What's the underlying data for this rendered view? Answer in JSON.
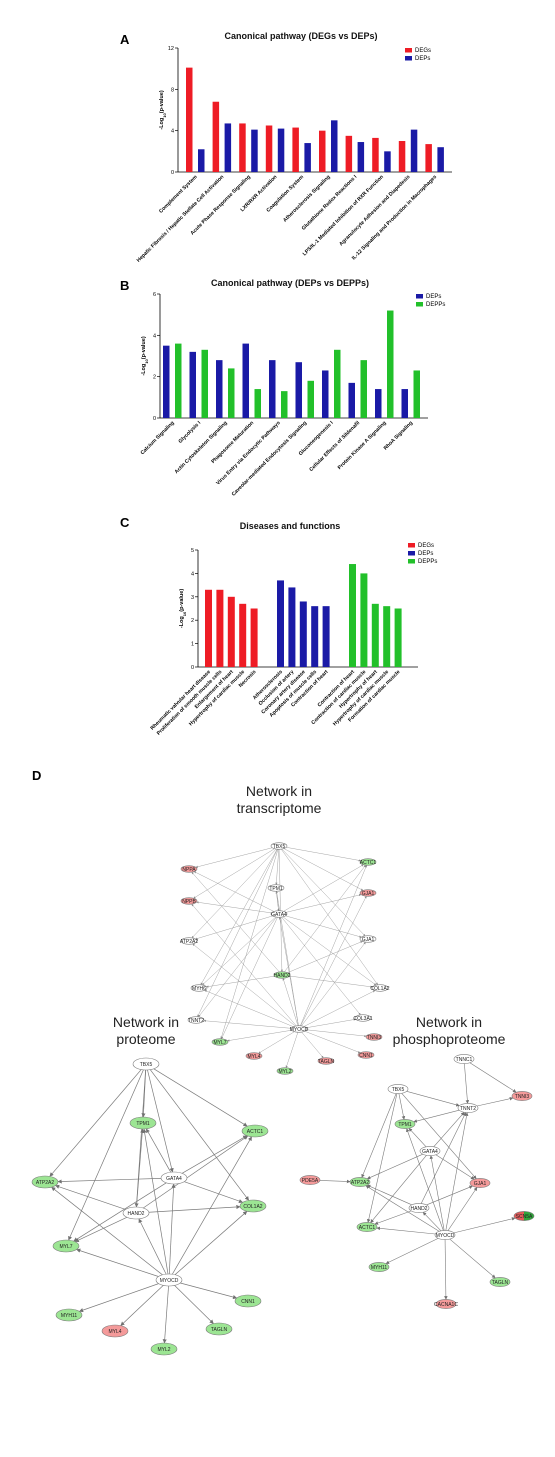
{
  "panels": {
    "a": {
      "letter": "A"
    },
    "b": {
      "letter": "B"
    },
    "c": {
      "letter": "C"
    },
    "d": {
      "letter": "D"
    }
  },
  "chart_data": [
    {
      "type": "bar",
      "title": "Canonical pathway (DEGs vs DEPs)",
      "ylabel": "-Log10(p-value)",
      "ylim": [
        0,
        12
      ],
      "yticks": [
        0,
        4,
        8,
        12
      ],
      "categories": [
        "Complement System",
        "Hepatic Fibrosis / Hepatic Stellate Cell Activation",
        "Acute Phase Response Signaling",
        "LXR/RXR Activation",
        "Coagulation System",
        "Atherosclerosis Signaling",
        "Glutathione Redox Reactions I",
        "LPS/IL-1 Mediated Inhibition of RXR Function",
        "Agranulocyte Adhesion and Diapedesis",
        "IL-12 Signaling and Production in Macrophages"
      ],
      "series": [
        {
          "name": "DEGs",
          "color": "#ee1c25",
          "values": [
            10.1,
            6.8,
            4.7,
            4.5,
            4.3,
            4.0,
            3.5,
            3.3,
            3.0,
            2.7
          ]
        },
        {
          "name": "DEPs",
          "color": "#1a1aa6",
          "values": [
            2.2,
            4.7,
            4.1,
            4.2,
            2.8,
            5.0,
            2.9,
            2.0,
            4.1,
            2.4
          ]
        }
      ],
      "legend_position": "top-right",
      "grid": false
    },
    {
      "type": "bar",
      "title": "Canonical pathway (DEPs vs DEPPs)",
      "ylabel": "-Log10(p-value)",
      "ylim": [
        0,
        6
      ],
      "yticks": [
        0,
        2,
        4,
        6
      ],
      "categories": [
        "Calcium Signaling",
        "Glycolysis I",
        "Actin Cytoskeleton Signaling",
        "Phagosome Maturation",
        "Virus Entry via Endocytic Pathways",
        "Caveolar-mediated Endocytosis Signaling",
        "Gluconeogenesis I",
        "Cellular Effects of Sildenafil",
        "Protein Kinase A Signaling",
        "RhoA Signaling"
      ],
      "series": [
        {
          "name": "DEPs",
          "color": "#1a1aa6",
          "values": [
            3.5,
            3.2,
            2.8,
            3.6,
            2.8,
            2.7,
            2.3,
            1.7,
            1.4,
            1.4
          ]
        },
        {
          "name": "DEPPs",
          "color": "#22c02a",
          "values": [
            3.6,
            3.3,
            2.4,
            1.4,
            1.3,
            1.8,
            3.3,
            2.8,
            5.2,
            2.3
          ]
        }
      ],
      "legend_position": "top-right",
      "grid": false
    },
    {
      "type": "bar",
      "title": "Diseases and functions",
      "ylabel": "-Log10(p-value)",
      "ylim": [
        0,
        5
      ],
      "yticks": [
        0,
        1,
        2,
        3,
        4,
        5
      ],
      "categories": [
        "Rheumatic valvular heart disease",
        "Proliferation of smooth muscle cells",
        "Enlargement of heart",
        "Hypertrophy of cardiac muscle",
        "Necrosis",
        "Atherosclerosis",
        "Occlusion of artery",
        "Coronary artery disease",
        "Apoptosis of muscle cells",
        "Contraction of heart",
        "Contraction of heart",
        "Contraction of cardiac muscle",
        "Hypertrophy of heart",
        "Hypertrophy of cardiac muscle",
        "Formation of cardiac muscle"
      ],
      "group_of_category": [
        0,
        0,
        0,
        0,
        0,
        1,
        1,
        1,
        1,
        1,
        2,
        2,
        2,
        2,
        2
      ],
      "values": [
        3.3,
        3.3,
        3.0,
        2.7,
        2.5,
        3.7,
        3.4,
        2.8,
        2.6,
        2.6,
        4.4,
        4.0,
        2.7,
        2.6,
        2.5
      ],
      "series": [
        {
          "name": "DEGs",
          "color": "#ee1c25"
        },
        {
          "name": "DEPs",
          "color": "#1a1aa6"
        },
        {
          "name": "DEPPs",
          "color": "#22c02a"
        }
      ],
      "legend_position": "top-right",
      "grid": false
    }
  ],
  "networks": {
    "colors": {
      "up": "#f49a9a",
      "down": "#9ce593",
      "none": "#ffffff",
      "edge": "#8a8a8a",
      "stroke": "#7a7a7a"
    },
    "transcriptome": {
      "title_lines": [
        "Network in",
        "transcriptome"
      ],
      "nodes": [
        {
          "id": "TBX5",
          "state": "none"
        },
        {
          "id": "ACTC1",
          "state": "down"
        },
        {
          "id": "NPPA",
          "state": "up"
        },
        {
          "id": "NPPB",
          "state": "up"
        },
        {
          "id": "TPM1",
          "state": "none"
        },
        {
          "id": "GJA1",
          "state": "up"
        },
        {
          "id": "GATA4",
          "state": "none"
        },
        {
          "id": "ATP2A2",
          "state": "none"
        },
        {
          "id": "GJA1b",
          "label": "GJA1",
          "state": "none"
        },
        {
          "id": "HAND2",
          "state": "down"
        },
        {
          "id": "MYH6",
          "state": "none"
        },
        {
          "id": "COL1A2",
          "state": "none"
        },
        {
          "id": "TNNT2",
          "state": "none"
        },
        {
          "id": "COL3A1",
          "state": "none"
        },
        {
          "id": "MYOCD",
          "state": "none"
        },
        {
          "id": "MYL7",
          "state": "down"
        },
        {
          "id": "TNNI3",
          "state": "up"
        },
        {
          "id": "MYL4",
          "state": "up"
        },
        {
          "id": "CNN1",
          "state": "up"
        },
        {
          "id": "MYL2",
          "state": "down"
        },
        {
          "id": "TAGLN",
          "state": "up"
        }
      ]
    },
    "proteome": {
      "title_lines": [
        "Network in",
        "proteome"
      ],
      "nodes": [
        {
          "id": "TBX5",
          "state": "none"
        },
        {
          "id": "TPM1",
          "state": "down"
        },
        {
          "id": "ACTC1",
          "state": "down"
        },
        {
          "id": "ATP2A2",
          "state": "down"
        },
        {
          "id": "GATA4",
          "state": "none"
        },
        {
          "id": "COL1A2",
          "state": "down"
        },
        {
          "id": "HAND2",
          "state": "none"
        },
        {
          "id": "MYL7",
          "state": "down"
        },
        {
          "id": "MYOCD",
          "state": "none"
        },
        {
          "id": "CNN1",
          "state": "down"
        },
        {
          "id": "MYH11",
          "state": "down"
        },
        {
          "id": "MYL4",
          "state": "up"
        },
        {
          "id": "TAGLN",
          "state": "down"
        },
        {
          "id": "MYL2",
          "state": "down"
        }
      ]
    },
    "phosphoproteome": {
      "title_lines": [
        "Network in",
        "phosphoproteome"
      ],
      "nodes": [
        {
          "id": "TNNC1",
          "state": "none"
        },
        {
          "id": "TBX5",
          "state": "none"
        },
        {
          "id": "TNNI3",
          "state": "up"
        },
        {
          "id": "TNNT2",
          "state": "none"
        },
        {
          "id": "TPM1",
          "state": "down"
        },
        {
          "id": "GATA4",
          "state": "none"
        },
        {
          "id": "PDE5A",
          "state": "up"
        },
        {
          "id": "ATP2A2",
          "state": "down"
        },
        {
          "id": "GJA1",
          "state": "up"
        },
        {
          "id": "HAND2",
          "state": "none"
        },
        {
          "id": "SCN5A",
          "state": "mixed"
        },
        {
          "id": "ACTC1",
          "state": "down"
        },
        {
          "id": "MYOCD",
          "state": "none"
        },
        {
          "id": "MYH11",
          "state": "down"
        },
        {
          "id": "TAGLN",
          "state": "down"
        },
        {
          "id": "CACNA1C",
          "state": "up"
        }
      ]
    }
  }
}
